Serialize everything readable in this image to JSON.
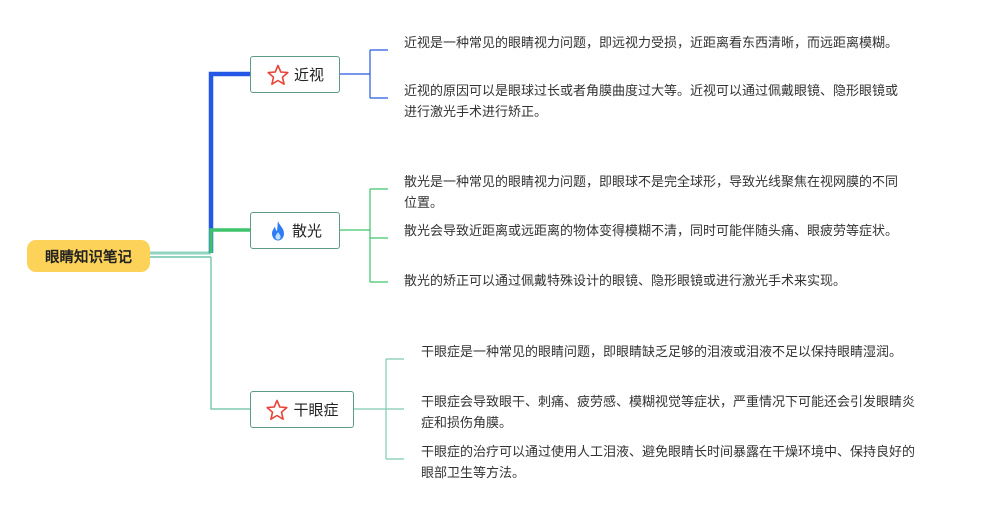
{
  "root": {
    "title": "眼睛知识笔记",
    "color": "#fcd258"
  },
  "branches": [
    {
      "label": "近视",
      "icon": "star-outline-icon",
      "color": "#2457e6",
      "notes": [
        "近视是一种常见的眼睛视力问题，即远视力受损，近距离看东西清晰，而远距离模糊。",
        "近视的原因可以是眼球过长或者角膜曲度过大等。近视可以通过佩戴眼镜、隐形眼镜或进行激光手术进行矫正。"
      ]
    },
    {
      "label": "散光",
      "icon": "fire-icon",
      "color": "#3dc46a",
      "notes": [
        "散光是一种常见的眼睛视力问题，即眼球不是完全球形，导致光线聚焦在视网膜的不同位置。",
        "散光会导致近距离或远距离的物体变得模糊不清，同时可能伴随头痛、眼疲劳等症状。",
        "散光的矫正可以通过佩戴特殊设计的眼镜、隐形眼镜或进行激光手术来实现。"
      ]
    },
    {
      "label": "干眼症",
      "icon": "star-outline-icon",
      "color": "#7fcab4",
      "notes": [
        "干眼症是一种常见的眼睛问题，即眼睛缺乏足够的泪液或泪液不足以保持眼睛湿润。",
        "干眼症会导致眼干、刺痛、疲劳感、模糊视觉等症状，严重情况下可能还会引发眼睛炎症和损伤角膜。",
        "干眼症的治疗可以通过使用人工泪液、避免眼睛长时间暴露在干燥环境中、保持良好的眼部卫生等方法。"
      ]
    }
  ]
}
